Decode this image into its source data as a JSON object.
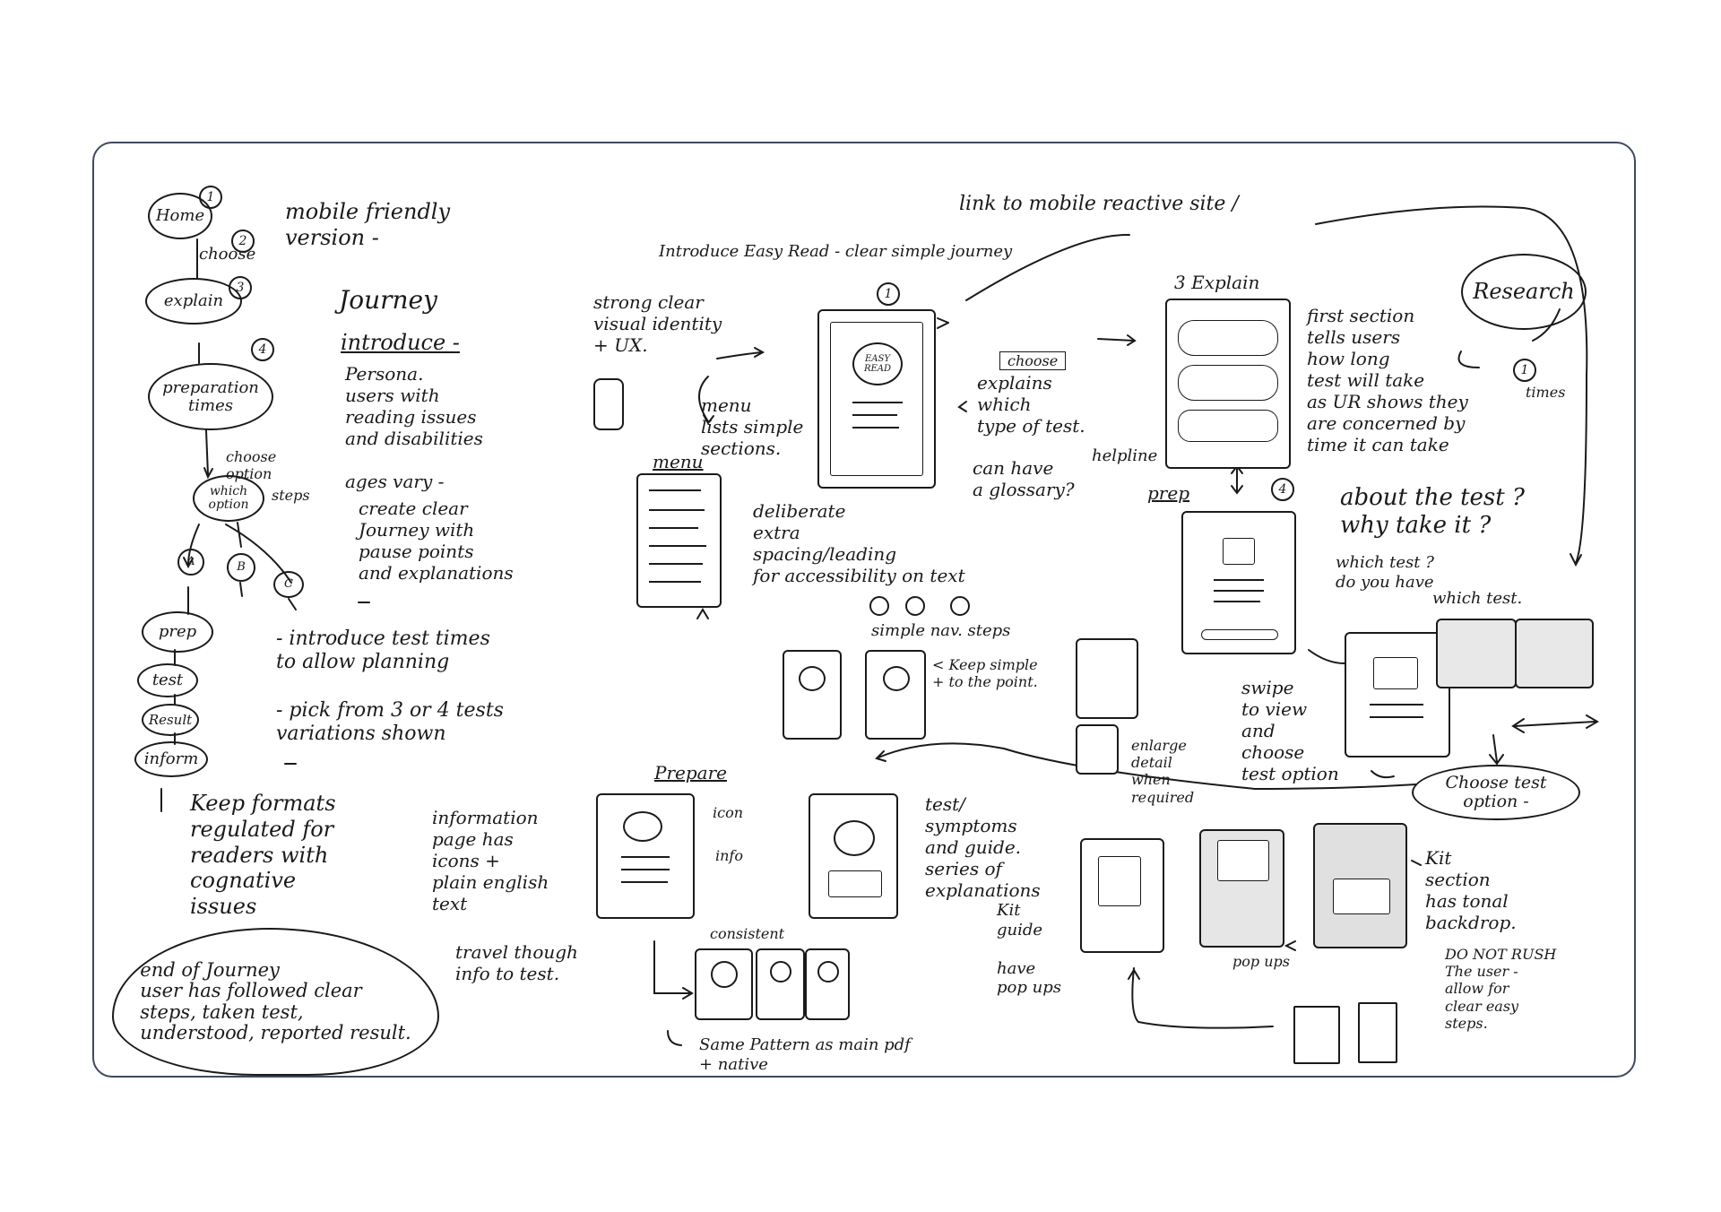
{
  "journey_flow": {
    "home": "Home",
    "choose": "choose",
    "explain": "explain",
    "preparation": "preparation\ntimes",
    "choose_option": "choose\noption",
    "steps": "steps",
    "which_option": "which\noption",
    "a": "A",
    "b": "B",
    "c": "C",
    "prep": "prep",
    "test": "test",
    "result": "Result",
    "inform": "inform",
    "n1": "1",
    "n2": "2",
    "n3": "3",
    "n4": "4"
  },
  "notes": {
    "mobile_friendly": "mobile friendly\nversion -",
    "journey_title": "Journey",
    "introduce": "introduce -",
    "persona": "Persona.\nusers with\nreading issues\nand disabilities\n\nages vary -",
    "create_clear": "create clear\nJourney with\npause points\nand explanations",
    "introduce_test_times": "- introduce test times\n  to allow planning",
    "pick_from": "- pick from 3 or 4 tests\n  variations shown",
    "keep_formats": "Keep formats\nregulated for\nreaders with\ncognative\nissues",
    "end_of_journey": "end of Journey\nuser has followed clear\nsteps, taken test,\nunderstood, reported result.",
    "link_mobile": "link to mobile reactive site /",
    "introduce_easy_read": "Introduce Easy Read -  clear simple journey",
    "strong_visual": "strong clear\nvisual identity\n+ UX.",
    "menu_lists": "menu\nlists simple\nsections.",
    "menu_label": "menu",
    "deliberate_spacing": "deliberate\nextra\nspacing/leading\nfor accessibility on text",
    "explains_type": "explains\nwhich\ntype of test.",
    "choose_btn": "choose",
    "glossary": "can have\na glossary?",
    "helpline": "helpline",
    "easy_read_logo": "EASY\nREAD",
    "explain_label": "3  Explain",
    "first_section": "first section\ntells users\nhow long\ntest will take\nas UR shows they\nare concerned by\ntime it can take",
    "research": "Research",
    "times": "times",
    "prep_label": "prep",
    "about_test": "about the test ?\nwhy take it ?",
    "which_test_q": "which test ?\ndo you have",
    "which_test": "which test.",
    "simple_nav": "simple nav. steps",
    "keep_simple": "< Keep simple\n+ to the point.",
    "enlarge": "enlarge\ndetail\nwhen\nrequired",
    "swipe": "swipe\nto view\nand\nchoose\ntest option",
    "choose_test_option": "Choose test\noption -",
    "prepare": "Prepare",
    "icon": "icon",
    "info": "info",
    "information_page": "information\npage has\nicons +\nplain english\ntext",
    "travel": "travel though\ninfo to test.",
    "test_symptoms": "test/\nsymptoms\nand guide.\nseries of\nexplanations",
    "kit_guide": "Kit\nguide\n\nhave\npop ups",
    "consistent": "consistent",
    "same_pattern": "Same Pattern as main pdf\n+ native",
    "pop_ups": "pop ups",
    "kit_section": "Kit\nsection\nhas tonal\nbackdrop.",
    "do_not_rush": "DO NOT RUSH\nThe user -\nallow for\nclear easy\nsteps."
  }
}
